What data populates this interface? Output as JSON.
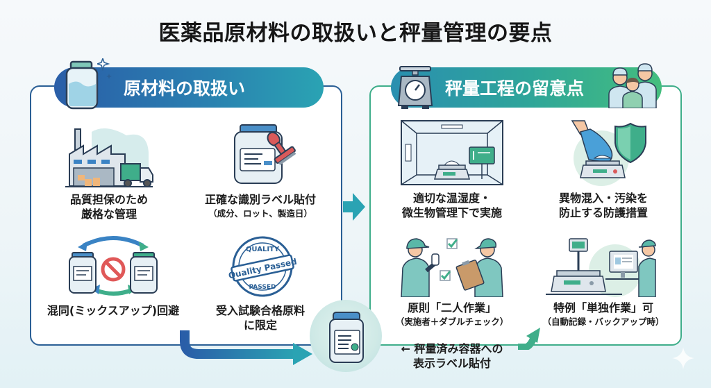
{
  "title": "医薬品原材料の取扱いと秤量管理の要点",
  "colors": {
    "left_accent": "#2a5ea8",
    "right_accent": "#3fae8a",
    "teal": "#2aa3b3"
  },
  "left_section": {
    "header": "原材料の取扱い",
    "header_icon": "bottle-icon",
    "items": [
      {
        "icon": "factory-truck-icon",
        "line1": "品質担保のため",
        "line2": "厳格な管理"
      },
      {
        "icon": "label-stamp-icon",
        "line1": "正確な識別ラベル貼付",
        "sub": "（成分、ロット、製造日）"
      },
      {
        "icon": "mixup-prohibited-icon",
        "line1": "混同(ミックスアップ)回避"
      },
      {
        "icon": "quality-passed-stamp-icon",
        "line1": "受入試験合格原料",
        "line2": "に限定",
        "stamp_top": "QUALITY",
        "stamp_mid": "Quality Passed",
        "stamp_bottom": "PASSED"
      }
    ]
  },
  "right_section": {
    "header": "秤量工程の留意点",
    "header_icon": "scale-icon",
    "header_icon_right": "workers-icon",
    "items": [
      {
        "icon": "clean-room-icon",
        "line1": "適切な温湿度・",
        "line2": "微生物管理下で実施"
      },
      {
        "icon": "gloved-hand-shield-icon",
        "line1": "異物混入・汚染を",
        "line2": "防止する防護措置"
      },
      {
        "icon": "two-workers-check-icon",
        "line1": "原則「二人作業」",
        "sub": "（実施者＋ダブルチェック）"
      },
      {
        "icon": "automated-scale-icon",
        "line1": "特例「単独作業」可",
        "sub": "（自動記録・バックアップ時）"
      }
    ]
  },
  "bottom": {
    "icon": "labeled-container-icon",
    "arrow": "←",
    "line1": "秤量済み容器への",
    "line2": "表示ラベル貼付"
  }
}
